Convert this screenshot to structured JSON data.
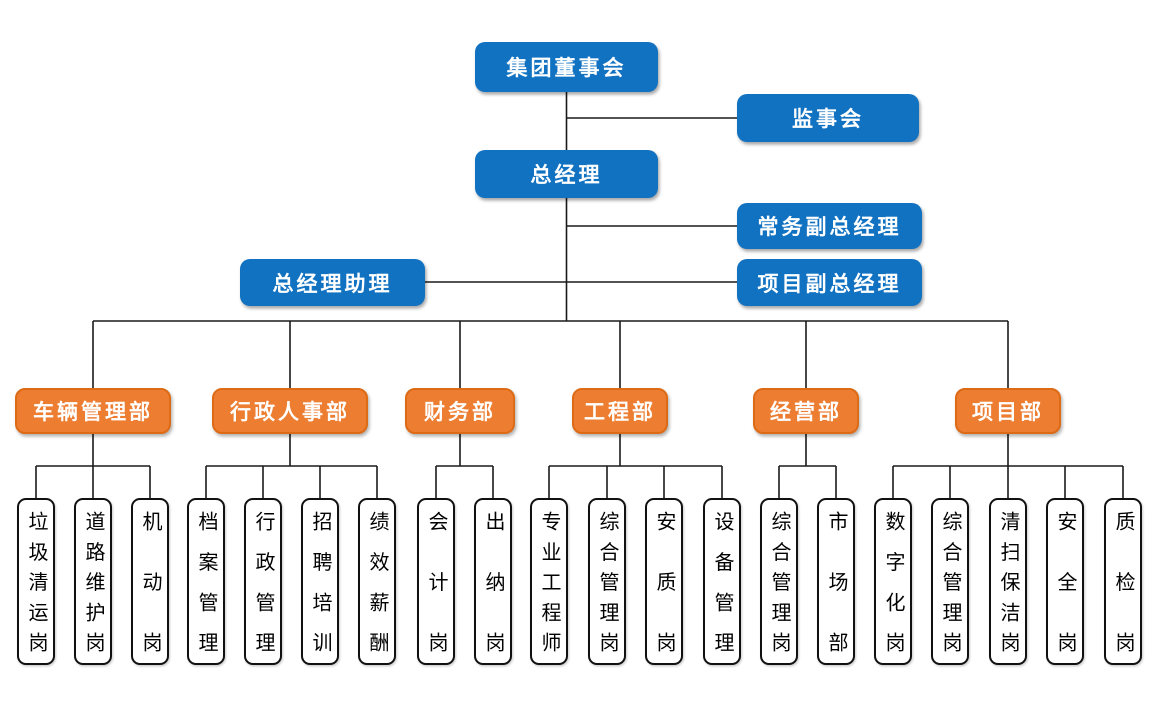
{
  "colors": {
    "executive_blue": "#1272C2",
    "department_orange": "#ED7D31",
    "department_border_orange": "#DD6A15",
    "connector_black": "#1A1A1A",
    "position_box_white": "#FFFFFF"
  },
  "executives": {
    "board": "集团董事会",
    "supervisory": "监事会",
    "general_manager": "总经理",
    "executive_deputy_gm": "常务副总经理",
    "project_deputy_gm": "项目副总经理",
    "gm_assistant": "总经理助理"
  },
  "departments": [
    {
      "label": "车辆管理部",
      "positions": [
        "垃圾清运岗",
        "道路维护岗",
        "机动岗"
      ]
    },
    {
      "label": "行政人事部",
      "positions": [
        "档案管理",
        "行政管理",
        "招聘培训",
        "绩效薪酬"
      ]
    },
    {
      "label": "财务部",
      "positions": [
        "会计岗",
        "出纳岗"
      ]
    },
    {
      "label": "工程部",
      "positions": [
        "专业工程师",
        "综合管理岗",
        "安质岗",
        "设备管理"
      ]
    },
    {
      "label": "经营部",
      "positions": [
        "综合管理岗",
        "市场部"
      ]
    },
    {
      "label": "项目部",
      "positions": [
        "数字化岗",
        "综合管理岗",
        "清扫保洁岗",
        "安全岗",
        "质检岗"
      ]
    }
  ]
}
